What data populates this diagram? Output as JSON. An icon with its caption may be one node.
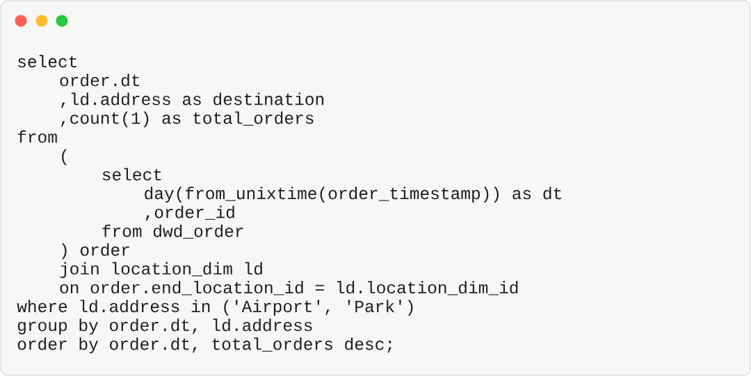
{
  "diagram": {
    "labels": [
      "select",
      "order.dt",
      ",ld.address as destination",
      ",count(1) as total_orders",
      "from",
      "(",
      "select",
      "day(from_unixtime(order_timestamp)) as dt",
      ",order_id",
      "from dwd_order",
      ") order",
      "join location_dim ld",
      "on order.end_location_id = ld.location_dim_id",
      "where ld.address in ('Airport', 'Park')",
      "group by order.dt, ld.address",
      "order by order.dt, total_orders desc;"
    ]
  }
}
